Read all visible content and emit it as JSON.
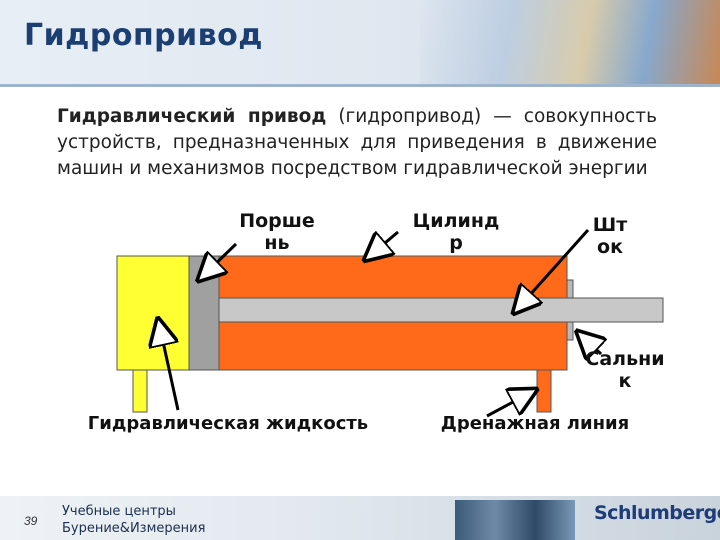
{
  "slide": {
    "title": "Гидропривод",
    "definition_bold": "Гидравлический привод",
    "definition_rest": " (гидропривод) — совокупность устройств, предназначенных для приведения в движение машин и механизмов посредством гидравлической энергии",
    "page_number": "39",
    "footer_line1": "Учебные центры",
    "footer_line2": "Бурение&Измерения",
    "logo_text": "Schlumberger"
  },
  "diagram": {
    "labels": {
      "piston": "Поршень",
      "cylinder": "Цилиндр",
      "rod": "Шток",
      "seal": "Сальник",
      "fluid": "Гидравлическая жидкость",
      "drain": "Дренажная линия"
    },
    "colors": {
      "fluid": "#ffff33",
      "cylinder": "#ff6a1a",
      "piston": "#a0a0a0",
      "rod": "#c8c8c8",
      "drain": "#ff6a1a",
      "title": "#1b3f73"
    }
  }
}
